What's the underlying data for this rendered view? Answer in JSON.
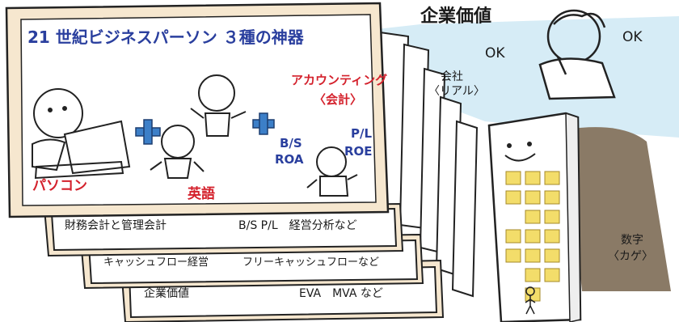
{
  "main_card": {
    "title": "21 世紀ビジネスパーソン ３種の神器",
    "pc_label": "パソコン",
    "english_label": "英語",
    "accounting_label_1": "アカウンティング",
    "accounting_label_2": "〈会計〉",
    "bs_label": "B/S",
    "roa_label": "ROA",
    "pl_label": "P/L",
    "roe_label": "ROE"
  },
  "layers": [
    {
      "left": "財務会計と管理会計",
      "right": "B/S P/L　経営分析など"
    },
    {
      "left": "キャッシュフロー経営",
      "right": "フリーキャッシュフローなど"
    },
    {
      "left": "企業価値",
      "right": "EVA　MVA など"
    }
  ],
  "right_side": {
    "corporate_value": "企業価値",
    "ok_1": "OK",
    "ok_2": "OK",
    "company_1": "会社",
    "company_2": "〈リアル〉",
    "numbers_1": "数字",
    "numbers_2": "〈カゲ〉"
  },
  "colors": {
    "card_fill": "#f6e7cf",
    "card_inner": "#ffffff",
    "sky": "#d6ecf6",
    "shadow": "#8a7a66",
    "window": "#f3dd6a",
    "title_blue": "#2a3f9e",
    "label_red": "#d4212c",
    "plus_blue": "#3c7fc8"
  }
}
